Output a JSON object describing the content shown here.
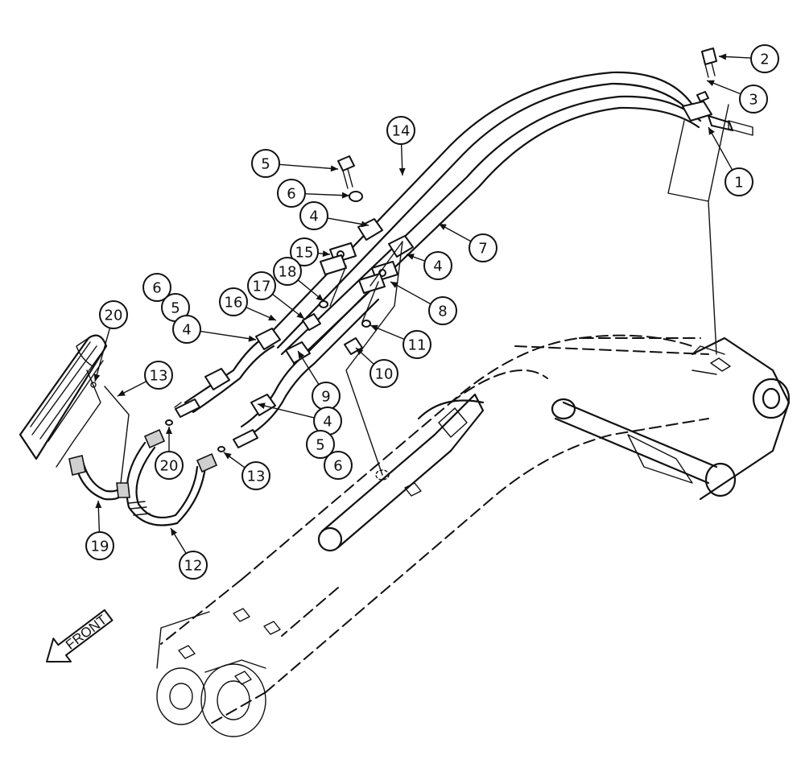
{
  "front_label": "FRONT",
  "callouts": [
    {
      "id": "c-2",
      "text": "2"
    },
    {
      "id": "c-3",
      "text": "3"
    },
    {
      "id": "c-1",
      "text": "1"
    },
    {
      "id": "c-14",
      "text": "14"
    },
    {
      "id": "c-5a",
      "text": "5"
    },
    {
      "id": "c-6a",
      "text": "6"
    },
    {
      "id": "c-4a",
      "text": "4"
    },
    {
      "id": "c-7",
      "text": "7"
    },
    {
      "id": "c-4b",
      "text": "4"
    },
    {
      "id": "c-15",
      "text": "15"
    },
    {
      "id": "c-18",
      "text": "18"
    },
    {
      "id": "c-17",
      "text": "17"
    },
    {
      "id": "c-8",
      "text": "8"
    },
    {
      "id": "c-6b",
      "text": "6"
    },
    {
      "id": "c-5b",
      "text": "5"
    },
    {
      "id": "c-16",
      "text": "16"
    },
    {
      "id": "c-11",
      "text": "11"
    },
    {
      "id": "c-4c",
      "text": "4"
    },
    {
      "id": "c-10",
      "text": "10"
    },
    {
      "id": "c-20a",
      "text": "20"
    },
    {
      "id": "c-13a",
      "text": "13"
    },
    {
      "id": "c-9",
      "text": "9"
    },
    {
      "id": "c-4d",
      "text": "4"
    },
    {
      "id": "c-5c",
      "text": "5"
    },
    {
      "id": "c-6c",
      "text": "6"
    },
    {
      "id": "c-20b",
      "text": "20"
    },
    {
      "id": "c-13b",
      "text": "13"
    },
    {
      "id": "c-19",
      "text": "19"
    },
    {
      "id": "c-12",
      "text": "12"
    }
  ]
}
